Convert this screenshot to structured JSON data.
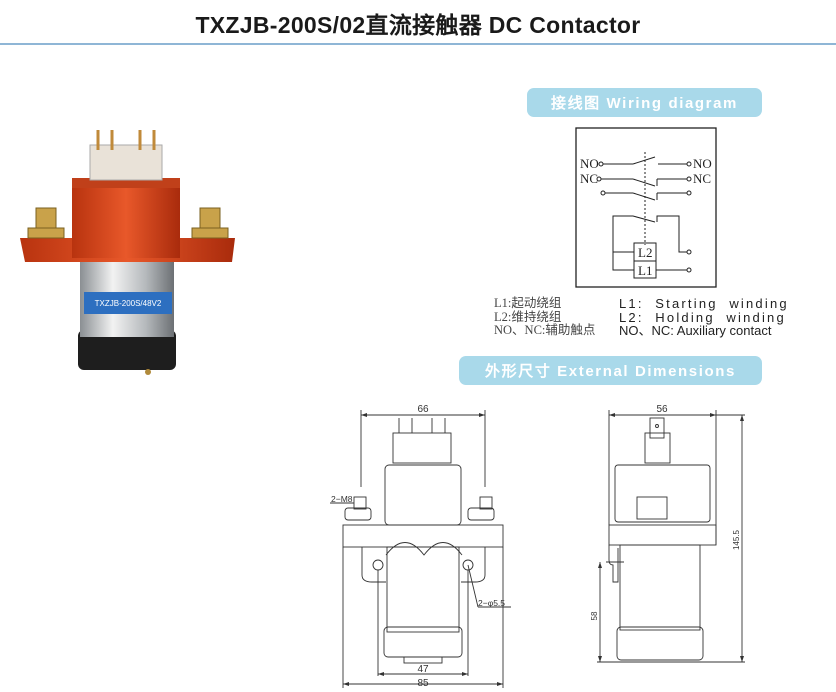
{
  "header": {
    "title": "TXZJB-200S/02直流接触器 DC Contactor"
  },
  "product_photo": {
    "label_text": "TXZJB-200S/48V2"
  },
  "wiring": {
    "section_title": "接线图 Wiring diagram",
    "terminals": {
      "no_left": "NO",
      "nc_left": "NC",
      "no_right": "NO",
      "nc_right": "NC"
    },
    "coils": {
      "l2": "L2",
      "l1": "L1"
    },
    "legend_cn": [
      "L1:起动绕组",
      "L2:维持绕组",
      "NO、NC:辅助触点"
    ],
    "legend_en": [
      "L1:  Starting  winding",
      "L2:  Holding  winding",
      "NO、NC: Auxiliary contact"
    ]
  },
  "dimensions": {
    "section_title": "外形尺寸 External Dimensions",
    "front": {
      "width_top": "66",
      "bolt": "2−M8",
      "hole": "2−φ5.5",
      "mount_spacing": "47",
      "width_base": "85"
    },
    "side": {
      "width_top": "56",
      "height_total": "145.5",
      "height_lower": "58"
    }
  },
  "colors": {
    "pill": "#a9d9ea",
    "rule": "#8fb6d6",
    "housing": "#d8491c"
  }
}
